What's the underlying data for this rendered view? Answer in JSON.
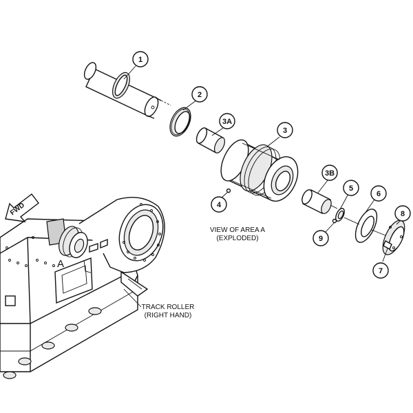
{
  "callouts": {
    "c1": "1",
    "c2": "2",
    "c3a": "3A",
    "c3": "3",
    "c4": "4",
    "c3b": "3B",
    "c5": "5",
    "c6": "6",
    "c8": "8",
    "c9": "9",
    "c7": "7"
  },
  "captions": {
    "view_line1": "VIEW OF AREA A",
    "view_line2": "(EXPLODED)",
    "track_line1": "TRACK ROLLER",
    "track_line2": "(RIGHT HAND)",
    "area_label": "A",
    "fwd": "FWD"
  }
}
